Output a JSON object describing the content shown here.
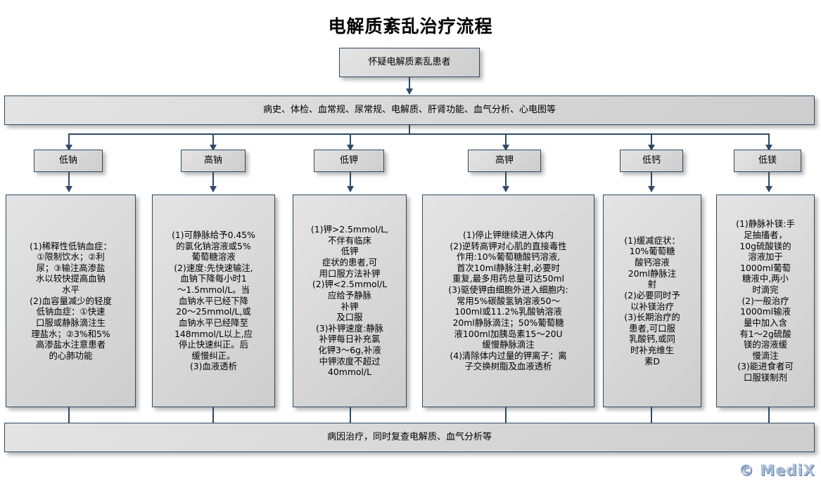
{
  "title": "电解质紊乱治疗流程",
  "start_node": {
    "label": "怀疑电解质紊乱患者"
  },
  "assessment_bar": {
    "label": "病史、体检、血常规、尿常规、电解质、肝肾功能、血气分析、心电图等"
  },
  "branches": [
    {
      "key": "hyponatremia",
      "label": "低钠"
    },
    {
      "key": "hypernatremia",
      "label": "高钠"
    },
    {
      "key": "hypokalemia",
      "label": "低钾"
    },
    {
      "key": "hyperkalemia",
      "label": "高钾"
    },
    {
      "key": "hypocalcemia",
      "label": "低钙"
    },
    {
      "key": "hypomagnesemia",
      "label": "低镁"
    }
  ],
  "treatments": [
    {
      "key": "hyponatremia",
      "text": "(1)稀释性低钠血症：\n①限制饮水；②利\n尿；③输注高渗盐\n水以较快提高血钠\n水平\n(2)血容量减少的轻度\n低钠血症：①快速\n口服或静脉滴注生\n理盐水；②3%和5%\n高渗盐水注意患者\n的心肺功能"
    },
    {
      "key": "hypernatremia",
      "text": "(1)可静脉给予0.45%\n的氯化钠溶液或5%\n葡萄糖溶液\n(2)速度:先快速输注,\n血钠下降每小时1\n～1.5mmol/L。当\n血钠水平已经下降\n20～25mmol/L,或\n血钠水平已经降至\n148mmol/L以上,应\n停止快速纠正。后\n缓慢纠正。\n(3)血液透析"
    },
    {
      "key": "hypokalemia",
      "text": "(1)钾>2.5mmol/L,\n不伴有临床\n低钾\n症状的患者,可\n用口服方法补钾\n(2)钾<2.5mmol/L\n应给予静脉\n补钾\n及口服\n(3)补钾速度:静脉\n补钾每日补充氯\n化钾3～6g,补液\n中钾浓度不超过\n40mmol/L"
    },
    {
      "key": "hyperkalemia",
      "text": "(1)停止钾继续进入体内\n(2)逆转高钾对心肌的直接毒性\n作用:10%葡萄糖酸钙溶液,\n首次10ml静脉注射,必要时\n重复,最多用药总量可达50ml\n(3)驱使钾由细胞外进入细胞内:\n常用5%碳酸氢钠溶液50～\n100ml或11.2%乳酸钠溶液\n20ml静脉滴注；50%葡萄糖\n液100ml加胰岛素15～20U\n缓慢静脉滴注\n(4)清除体内过量的钾离子：离\n子交换树脂及血液透析"
    },
    {
      "key": "hypocalcemia",
      "text": "(1)缓减症状：\n10%葡萄糖\n酸钙溶液\n20ml静脉注\n射\n(2)必要同时予\n以补镁治疗\n(3)长期治疗的\n患者,可口服\n乳酸钙,或同\n时补充维生\n素D"
    },
    {
      "key": "hypomagnesemia",
      "text": "(1)静脉补镁:手\n足抽搐者，\n10g硫酸镁的\n溶液加于\n1000ml葡萄\n糖液中,两小\n时滴完\n(2)一般治疗\n1000ml输液\n量中加入含\n有1～2g硫酸\n镁的溶液缓\n慢滴注\n(3)能进食者可\n口服镁制剂"
    }
  ],
  "footer_bar": {
    "label": "病因治疗，同时复查电解质、血气分析等"
  },
  "watermark": {
    "label": "© MediX"
  },
  "colors": {
    "border": "#2e4a66",
    "fill_light": "#e4e4e4",
    "fill_dark": "#cdcdcd",
    "text": "#000000",
    "watermark": "#a9bdd6"
  }
}
